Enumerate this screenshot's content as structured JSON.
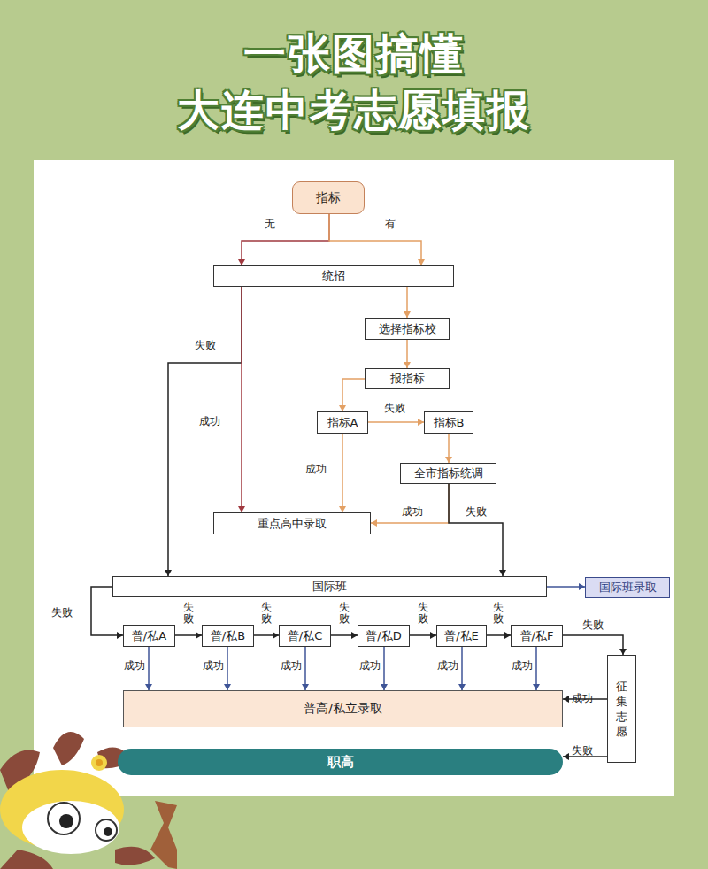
{
  "diagram": {
    "title": "一张图搞懂 大连中考志愿填报",
    "nodes": [
      {
        "text": [
          "指标"
        ]
      },
      {
        "text": [
          "统招"
        ]
      },
      {
        "text": [
          "选择指标校"
        ]
      },
      {
        "text": [
          "报指标"
        ]
      },
      {
        "text": [
          "指标A"
        ]
      },
      {
        "text": [
          "指标B"
        ]
      },
      {
        "text": [
          "全市指标统调"
        ]
      },
      {
        "text": [
          "重点高中录取"
        ]
      },
      {
        "text": [
          "国际班"
        ]
      },
      {
        "text": [
          "国际班录取"
        ]
      },
      {
        "text": [
          "普/私A"
        ]
      },
      {
        "text": [
          "普/私B"
        ]
      },
      {
        "text": [
          "普/私C"
        ]
      },
      {
        "text": [
          "普/私D"
        ]
      },
      {
        "text": [
          "普/私E"
        ]
      },
      {
        "text": [
          "普/私F"
        ]
      },
      {
        "text": [
          "普高/私立录取"
        ]
      },
      {
        "text": [
          "征集志愿"
        ]
      },
      {
        "text": [
          "职高"
        ]
      }
    ],
    "edges": [
      {
        "from": 0,
        "to": 1,
        "label": "无",
        "arrow": "to"
      },
      {
        "from": 0,
        "to": 1,
        "label": "有",
        "arrow": "to"
      },
      {
        "from": 1,
        "to": 2,
        "arrow": "to"
      },
      {
        "from": 1,
        "to": 8,
        "label": "失败",
        "arrow": "to"
      },
      {
        "from": 1,
        "to": 7,
        "label": "成功",
        "arrow": "to"
      },
      {
        "from": 2,
        "to": 3,
        "arrow": "to"
      },
      {
        "from": 3,
        "to": 4,
        "arrow": "to"
      },
      {
        "from": 4,
        "to": 5,
        "label": "失败",
        "arrow": "to"
      },
      {
        "from": 4,
        "to": 7,
        "label": "成功",
        "arrow": "to"
      },
      {
        "from": 5,
        "to": 6,
        "arrow": "to"
      },
      {
        "from": 6,
        "to": 7,
        "label": "成功",
        "arrow": "to"
      },
      {
        "from": 6,
        "to": 8,
        "label": "失败",
        "arrow": "to"
      },
      {
        "from": 8,
        "to": 9,
        "arrow": "to"
      },
      {
        "from": 8,
        "to": 10,
        "label": "失败",
        "arrow": "to"
      },
      {
        "from": 10,
        "to": 11,
        "label": "失败",
        "arrow": "to"
      },
      {
        "from": 11,
        "to": 12,
        "label": "失败",
        "arrow": "to"
      },
      {
        "from": 12,
        "to": 13,
        "label": "失败",
        "arrow": "to"
      },
      {
        "from": 13,
        "to": 14,
        "label": "失败",
        "arrow": "to"
      },
      {
        "from": 14,
        "to": 15,
        "label": "失败",
        "arrow": "to"
      },
      {
        "from": 15,
        "to": 17,
        "label": "失败",
        "arrow": "to"
      },
      {
        "from": 10,
        "to": 16,
        "label": "成功",
        "arrow": "to"
      },
      {
        "from": 11,
        "to": 16,
        "label": "成功",
        "arrow": "to"
      },
      {
        "from": 12,
        "to": 16,
        "label": "成功",
        "arrow": "to"
      },
      {
        "from": 13,
        "to": 16,
        "label": "成功",
        "arrow": "to"
      },
      {
        "from": 14,
        "to": 16,
        "label": "成功",
        "arrow": "to"
      },
      {
        "from": 15,
        "to": 16,
        "label": "成功",
        "arrow": "to"
      },
      {
        "from": 17,
        "to": 16,
        "label": "成功",
        "arrow": "to"
      },
      {
        "from": 17,
        "to": 18,
        "label": "失败",
        "arrow": "to"
      }
    ]
  }
}
